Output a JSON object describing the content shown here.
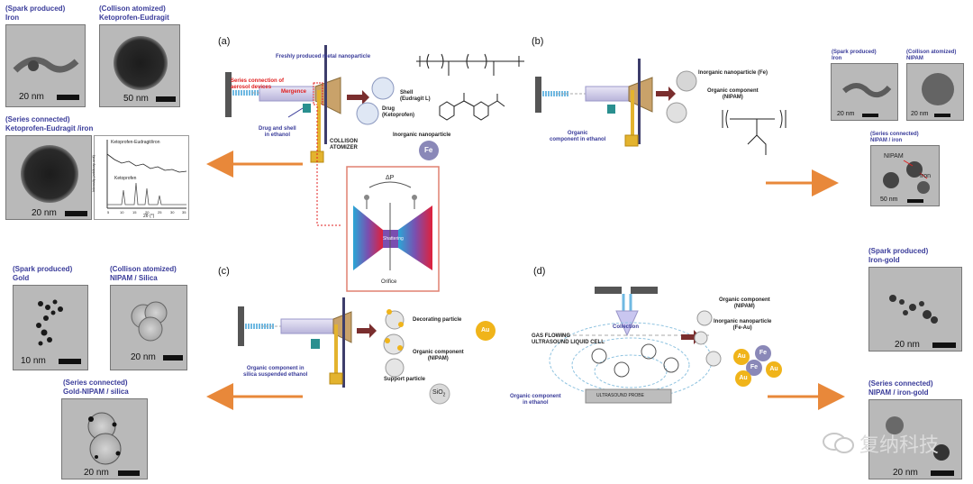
{
  "colors": {
    "caption": "#3a3c9a",
    "arrow": "#e8883a",
    "redArrow": "#8b2e2e",
    "gold": "#f0b41a",
    "iron": "#8a88b8",
    "gray": "#d9d9d9"
  },
  "panels": {
    "a": "(a)",
    "b": "(b)",
    "c": "(c)",
    "d": "(d)"
  },
  "tem": {
    "t1": {
      "caption": [
        "(Spark produced)",
        "Iron"
      ],
      "scale": "20 nm"
    },
    "t2": {
      "caption": [
        "(Collison atomized)",
        "Ketoprofen-Eudragit"
      ],
      "scale": "50 nm"
    },
    "t3": {
      "caption": [
        "(Series connected)",
        "Ketoprofen-Eudragit /iron"
      ],
      "scale": "20 nm"
    },
    "t4": {
      "caption": [
        "(Spark produced)",
        "Gold"
      ],
      "scale": "10 nm"
    },
    "t5": {
      "caption": [
        "(Collison atomized)",
        "NIPAM / Silica"
      ],
      "scale": "20 nm"
    },
    "t6": {
      "caption": [
        "(Series connected)",
        "Gold-NIPAM / silica"
      ],
      "scale": "20 nm"
    },
    "t7": {
      "caption": [
        "(Spark produced)",
        "Iron"
      ],
      "scale": "20 nm"
    },
    "t8": {
      "caption": [
        "(Collison atomized)",
        "NIPAM"
      ],
      "scale": "20 nm"
    },
    "t9": {
      "caption": [
        "(Series connected)",
        "NIPAM / iron"
      ],
      "scale": "50 nm",
      "labels": [
        "NIPAM",
        "Iron"
      ]
    },
    "t10": {
      "caption": [
        "(Spark produced)",
        "Iron-gold"
      ],
      "scale": "20 nm"
    },
    "t11": {
      "caption": [
        "(Series connected)",
        "NIPAM / iron-gold"
      ],
      "scale": "20 nm"
    }
  },
  "xrd": {
    "top": "Ketoprofen-Eudragit/iron",
    "bottom": "Ketoprofen",
    "ylabel": "Intensity (arbitrary unit)",
    "xlabel": "2θ (°)",
    "ticks": [
      "5",
      "10",
      "15",
      "20",
      "25",
      "30",
      "35"
    ]
  },
  "panelA": {
    "fresh": "Freshly produced metal nanoparticle",
    "series": [
      "Series connection  of",
      "aerosol devices"
    ],
    "mergence": "Mergence",
    "drugShell": [
      "Drug and shell",
      "in ethanol"
    ],
    "collison": [
      "COLLISON",
      "ATOMIZER"
    ],
    "shell": [
      "Shell",
      "(Eudragit L)"
    ],
    "drug": [
      "Drug",
      "(Ketoprofen)"
    ],
    "inorganic": "Inorganic nanoparticle",
    "fe": "Fe",
    "dp": "ΔP",
    "shattering": "Shattering",
    "orifice": "Orifice"
  },
  "panelB": {
    "inorganic": "Inorganic  nanoparticle (Fe)",
    "organic": [
      "Organic component",
      "(NIPAM)"
    ],
    "organicEthanol": [
      "Organic",
      "component in ethanol"
    ]
  },
  "panelC": {
    "decorating": "Decorating particle",
    "au": "Au",
    "organic": [
      "Organic component",
      "(NIPAM)"
    ],
    "support": "Support particle",
    "sio": "SiO",
    "sioSub": "2",
    "organicSilica": [
      "Organic component in",
      "silica suspended ethanol"
    ]
  },
  "panelD": {
    "collection": "Collection",
    "gasFlowing": [
      "GAS FLOWING",
      "ULTRASOUND LIQUID CELL"
    ],
    "organic": [
      "Organic component",
      "(NIPAM)"
    ],
    "inorganic": [
      "Inorganic nanoparticle",
      "(Fe-Au)"
    ],
    "probe": "ULTRASOUND PROBE",
    "organicEthanol": [
      "Organic component",
      "in ethanol"
    ],
    "particles": [
      "Au",
      "Fe",
      "Fe",
      "Au",
      "Au"
    ]
  },
  "watermark": "复纳科技"
}
